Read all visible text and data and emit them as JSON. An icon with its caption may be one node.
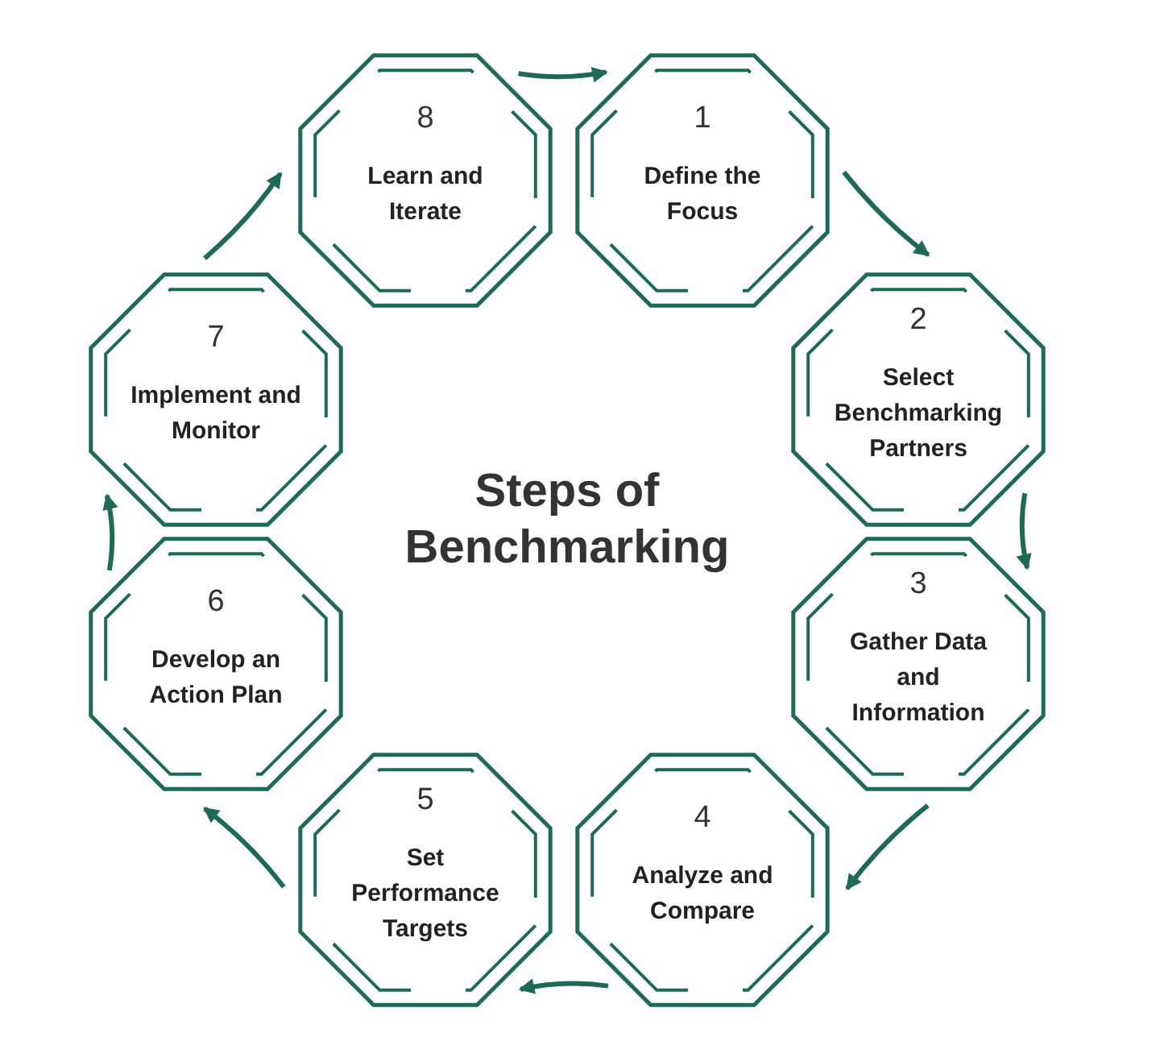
{
  "diagram": {
    "title": "Steps of Benchmarking",
    "nodes": [
      {
        "text": [
          "1",
          "Define the Focus"
        ]
      },
      {
        "text": [
          "2",
          "Select Benchmarking Partners"
        ]
      },
      {
        "text": [
          "3",
          "Gather Data and Information"
        ]
      },
      {
        "text": [
          "4",
          "Analyze and Compare"
        ]
      },
      {
        "text": [
          "5",
          "Set Performance Targets"
        ]
      },
      {
        "text": [
          "6",
          "Develop an Action Plan"
        ]
      },
      {
        "text": [
          "7",
          "Implement and Monitor"
        ]
      },
      {
        "text": [
          "8",
          "Learn and Iterate"
        ]
      }
    ],
    "edges": [
      {
        "from": 0,
        "to": 1,
        "arrow": "to"
      },
      {
        "from": 1,
        "to": 2,
        "arrow": "to"
      },
      {
        "from": 2,
        "to": 3,
        "arrow": "to"
      },
      {
        "from": 3,
        "to": 4,
        "arrow": "to"
      },
      {
        "from": 4,
        "to": 5,
        "arrow": "to"
      },
      {
        "from": 5,
        "to": 6,
        "arrow": "to"
      },
      {
        "from": 6,
        "to": 7,
        "arrow": "to"
      },
      {
        "from": 7,
        "to": 0,
        "arrow": "to"
      }
    ]
  }
}
